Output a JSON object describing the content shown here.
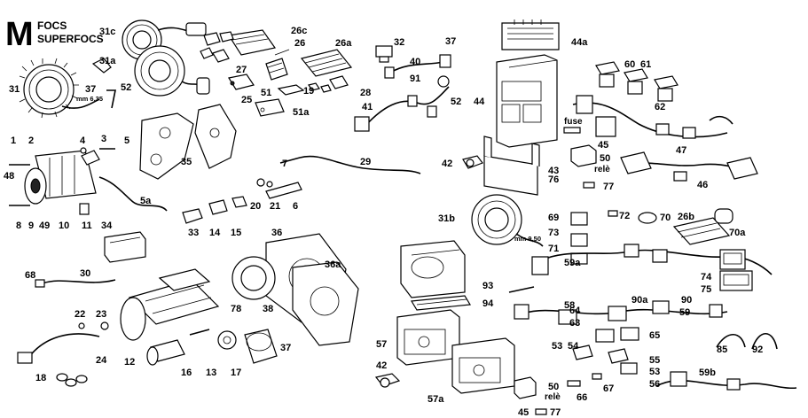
{
  "header": {
    "letter": "M",
    "line1": "FOCS",
    "line2": "SUPERFOCS"
  },
  "annotations": {
    "mm_635": "mm 6,35",
    "mm_950": "mm 9,50",
    "fuse": "fuse",
    "rele": "relè"
  },
  "labels": {
    "l31": "31",
    "l31c": "31c",
    "l31a": "31a",
    "l37a": "37",
    "l52a": "52",
    "l26c": "26c",
    "l26": "26",
    "l27": "27",
    "l25": "25",
    "l51": "51",
    "l51a": "51a",
    "l19": "19",
    "l28": "28",
    "l26a": "26a",
    "l32": "32",
    "l40": "40",
    "l91": "91",
    "l52b": "52",
    "l41": "41",
    "l37b": "37",
    "l44a": "44a",
    "l60": "60",
    "l61": "61",
    "l62": "62",
    "l44": "44",
    "l45a": "45",
    "l47": "47",
    "l50a": "50",
    "l42a": "42",
    "l43": "43",
    "l76": "76",
    "l77a": "77",
    "l46": "46",
    "l1": "1",
    "l2": "2",
    "l3": "3",
    "l4": "4",
    "l5": "5",
    "l48": "48",
    "l35": "35",
    "l7": "7",
    "l29": "29",
    "l5a": "5a",
    "l8": "8",
    "l9": "9",
    "l49": "49",
    "l10": "10",
    "l11": "11",
    "l34": "34",
    "l33": "33",
    "l14": "14",
    "l15": "15",
    "l20": "20",
    "l21": "21",
    "l6": "6",
    "l31b": "31b",
    "l69": "69",
    "l72": "72",
    "l70": "70",
    "l26b": "26b",
    "l70a": "70a",
    "l73": "73",
    "l71": "71",
    "l59a": "59a",
    "l74": "74",
    "l75": "75",
    "l68": "68",
    "l30": "30",
    "l36": "36",
    "l36a": "36a",
    "l93": "93",
    "l22": "22",
    "l23": "23",
    "l12": "12",
    "l78": "78",
    "l38": "38",
    "l94": "94",
    "l58": "58",
    "l90a": "90a",
    "l90": "90",
    "l59": "59",
    "l64": "64",
    "l63": "63",
    "l65": "65",
    "l57": "57",
    "l53a": "53",
    "l54": "54",
    "l55": "55",
    "l85": "85",
    "l92": "92",
    "l24": "24",
    "l13": "13",
    "l17": "17",
    "l37c": "37",
    "l16": "16",
    "l18": "18",
    "l42b": "42",
    "l50b": "50",
    "l66": "66",
    "l67": "67",
    "l53b": "53",
    "l56": "56",
    "l59b": "59b",
    "l57a": "57a",
    "l45b": "45",
    "l77b": "77"
  }
}
